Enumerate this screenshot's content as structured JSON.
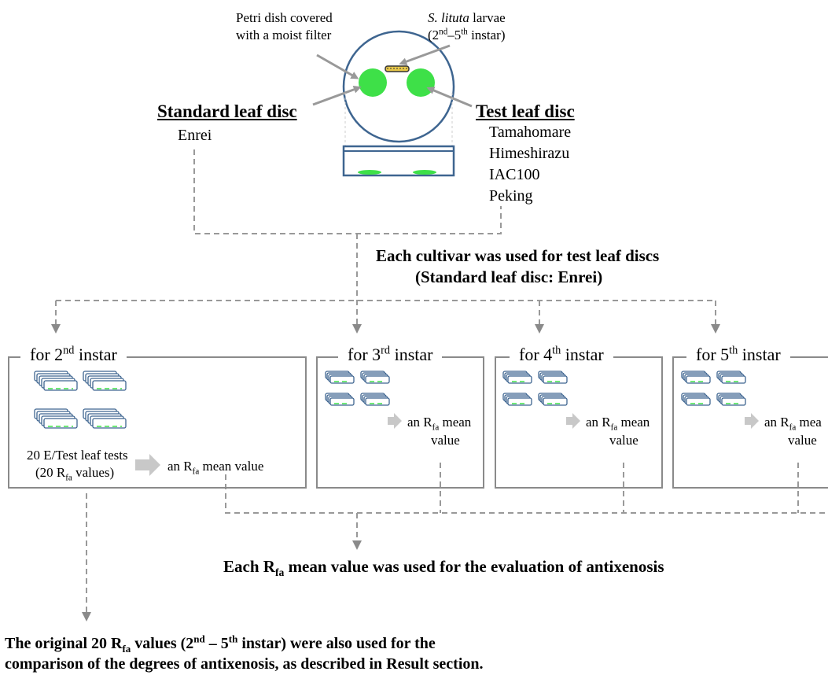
{
  "dish": {
    "label_petri_line1": "Petri dish covered",
    "label_petri_line2": "with a moist filter",
    "larvae_species": "S. lituta",
    "larvae_word": "larvae",
    "larvae_instar_open": "(2",
    "larvae_sup1": "nd",
    "larvae_dash": "–5",
    "larvae_sup2": "th",
    "larvae_instar_close": " instar)"
  },
  "standard": {
    "heading": "Standard leaf disc",
    "cultivar": "Enrei"
  },
  "test": {
    "heading": "Test leaf disc",
    "cultivars": [
      "Tamahomare",
      "Himeshirazu",
      "IAC100",
      "Peking"
    ]
  },
  "cultivar_note": {
    "line1": "Each cultivar was used for test leaf discs",
    "line2": "(Standard leaf disc: Enrei)"
  },
  "panels": [
    {
      "prefix": "for 2",
      "sup": "nd",
      "suffix": " instar"
    },
    {
      "prefix": "for 3",
      "sup": "rd",
      "suffix": " instar"
    },
    {
      "prefix": "for 4",
      "sup": "th",
      "suffix": " instar"
    },
    {
      "prefix": "for 5",
      "sup": "th",
      "suffix": " instar"
    }
  ],
  "panel1": {
    "tests_line1": "20 E/Test leaf tests",
    "tests_line2_open": "(20 R",
    "tests_line2_sub": "fa",
    "tests_line2_close": " values)",
    "mean_prefix": "an R",
    "mean_sub": "fa",
    "mean_suffix": " mean value"
  },
  "small_panels": [
    {
      "mean_prefix": "an R",
      "mean_sub": "fa",
      "mean_suffix": " mean",
      "mean_line2": "value"
    },
    {
      "mean_prefix": "an R",
      "mean_sub": "fa",
      "mean_suffix": " mean",
      "mean_line2": "value"
    },
    {
      "mean_prefix": "an R",
      "mean_sub": "fa",
      "mean_suffix": " mea",
      "mean_line2": "value"
    }
  ],
  "evaluation": {
    "prefix": "Each R",
    "sub": "fa",
    "suffix": " mean value was used for the evaluation of  antixenosis"
  },
  "original": {
    "line1_a": "The original 20 R",
    "line1_sub": "fa",
    "line1_b": " values (2",
    "line1_sup1": "nd",
    "line1_c": " – 5",
    "line1_sup2": "th",
    "line1_d": "  instar) were also used for the",
    "line2": "comparison of the degrees of antixenosis, as described in Result section."
  },
  "colors": {
    "dish_stroke": "#3e6590",
    "leaf_green": "#3ee048",
    "dash_gray": "#999999",
    "arrow_gray": "#bdbdbd"
  }
}
